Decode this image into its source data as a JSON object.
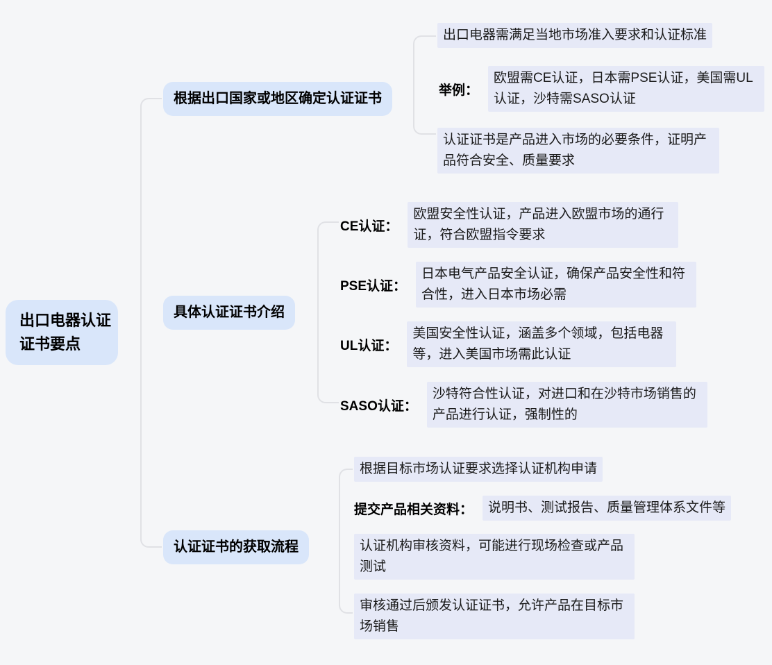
{
  "root": {
    "title": "出口电器认证证书要点"
  },
  "branches": [
    {
      "label": "根据出口国家或地区确定认证证书",
      "children": [
        {
          "text": "出口电器需满足当地市场准入要求和认证标准"
        },
        {
          "label": "举例：",
          "text": "欧盟需CE认证，日本需PSE认证，美国需UL认证，沙特需SASO认证"
        },
        {
          "text": "认证证书是产品进入市场的必要条件，证明产品符合安全、质量要求"
        }
      ]
    },
    {
      "label": "具体认证证书介绍",
      "children": [
        {
          "label": "CE认证：",
          "text": "欧盟安全性认证，产品进入欧盟市场的通行证，符合欧盟指令要求"
        },
        {
          "label": "PSE认证：",
          "text": "日本电气产品安全认证，确保产品安全性和符合性，进入日本市场必需"
        },
        {
          "label": "UL认证：",
          "text": "美国安全性认证，涵盖多个领域，包括电器等，进入美国市场需此认证"
        },
        {
          "label": "SASO认证：",
          "text": "沙特符合性认证，对进口和在沙特市场销售的产品进行认证，强制性的"
        }
      ]
    },
    {
      "label": "认证证书的获取流程",
      "children": [
        {
          "text": "根据目标市场认证要求选择认证机构申请"
        },
        {
          "label": "提交产品相关资料：",
          "text": "说明书、测试报告、质量管理体系文件等"
        },
        {
          "text": "认证机构审核资料，可能进行现场检查或产品测试"
        },
        {
          "text": "审核通过后颁发认证证书，允许产品在目标市场销售"
        }
      ]
    }
  ],
  "colors": {
    "background": "#f5f6f8",
    "node_fill": "#d9e6fa",
    "highlight_fill": "#e6e9f7",
    "connector": "#e0e1e5",
    "text": "#1a1a1a"
  }
}
